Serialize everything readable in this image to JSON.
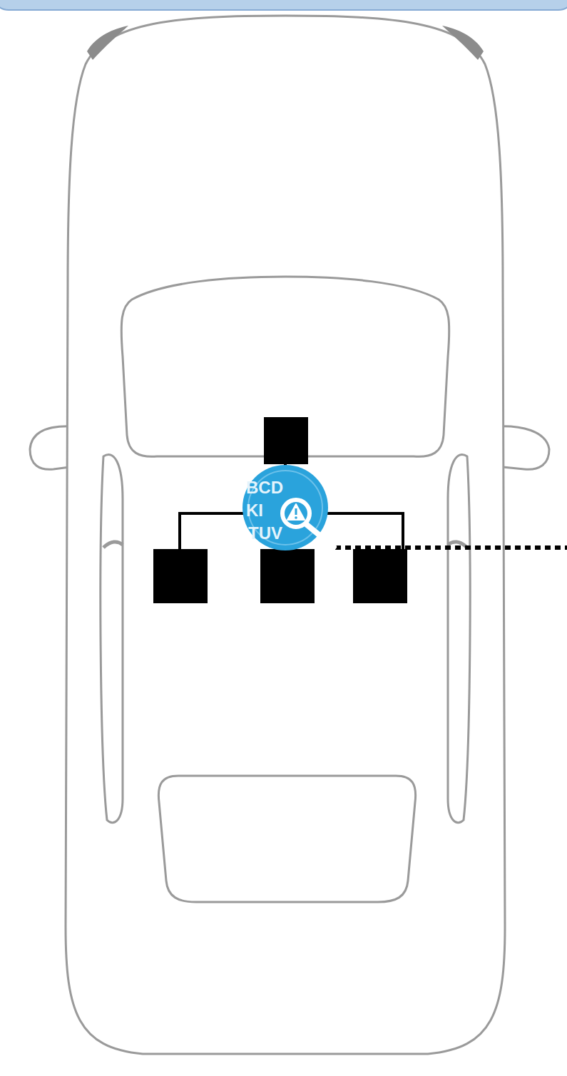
{
  "diagram": {
    "labels": [
      "BCD",
      "KI",
      "TUV"
    ]
  }
}
